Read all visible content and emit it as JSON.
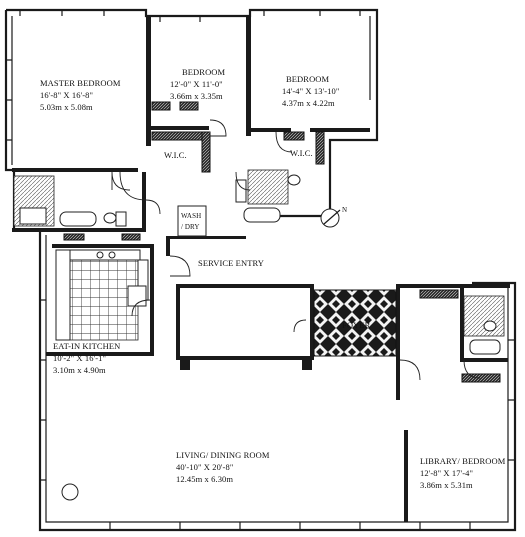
{
  "rooms": {
    "master_bedroom": {
      "name": "MASTER BEDROOM",
      "dim_ft": "16'-8\" X 16'-8\"",
      "dim_m": "5.03m x 5.08m"
    },
    "bedroom_2": {
      "name": "BEDROOM",
      "dim_ft": "12'-0\" X 11'-0\"",
      "dim_m": "3.66m x 3.35m"
    },
    "bedroom_3": {
      "name": "BEDROOM",
      "dim_ft": "14'-4\" X 13'-10\"",
      "dim_m": "4.37m x 4.22m"
    },
    "wic_1": {
      "name": "W.I.C."
    },
    "wic_2": {
      "name": "W.I.C."
    },
    "wash_dry": {
      "line1": "WASH",
      "line2": "/ DRY"
    },
    "service_entry": {
      "name": "SERVICE ENTRY"
    },
    "foyer": {
      "name": "FOYER"
    },
    "kitchen": {
      "name": "EAT-IN KITCHEN",
      "dim_ft": "10'-2\" X 16'-1\"",
      "dim_m": "3.10m x 4.90m"
    },
    "living": {
      "name": "LIVING/ DINING ROOM",
      "dim_ft": "40'-10\" X 20'-8\"",
      "dim_m": "12.45m x 6.30m"
    },
    "library": {
      "name": "LIBRARY/ BEDROOM",
      "dim_ft": "12'-8\" X 17'-4\"",
      "dim_m": "3.86m x 5.31m"
    }
  },
  "compass": {
    "label": "N"
  }
}
